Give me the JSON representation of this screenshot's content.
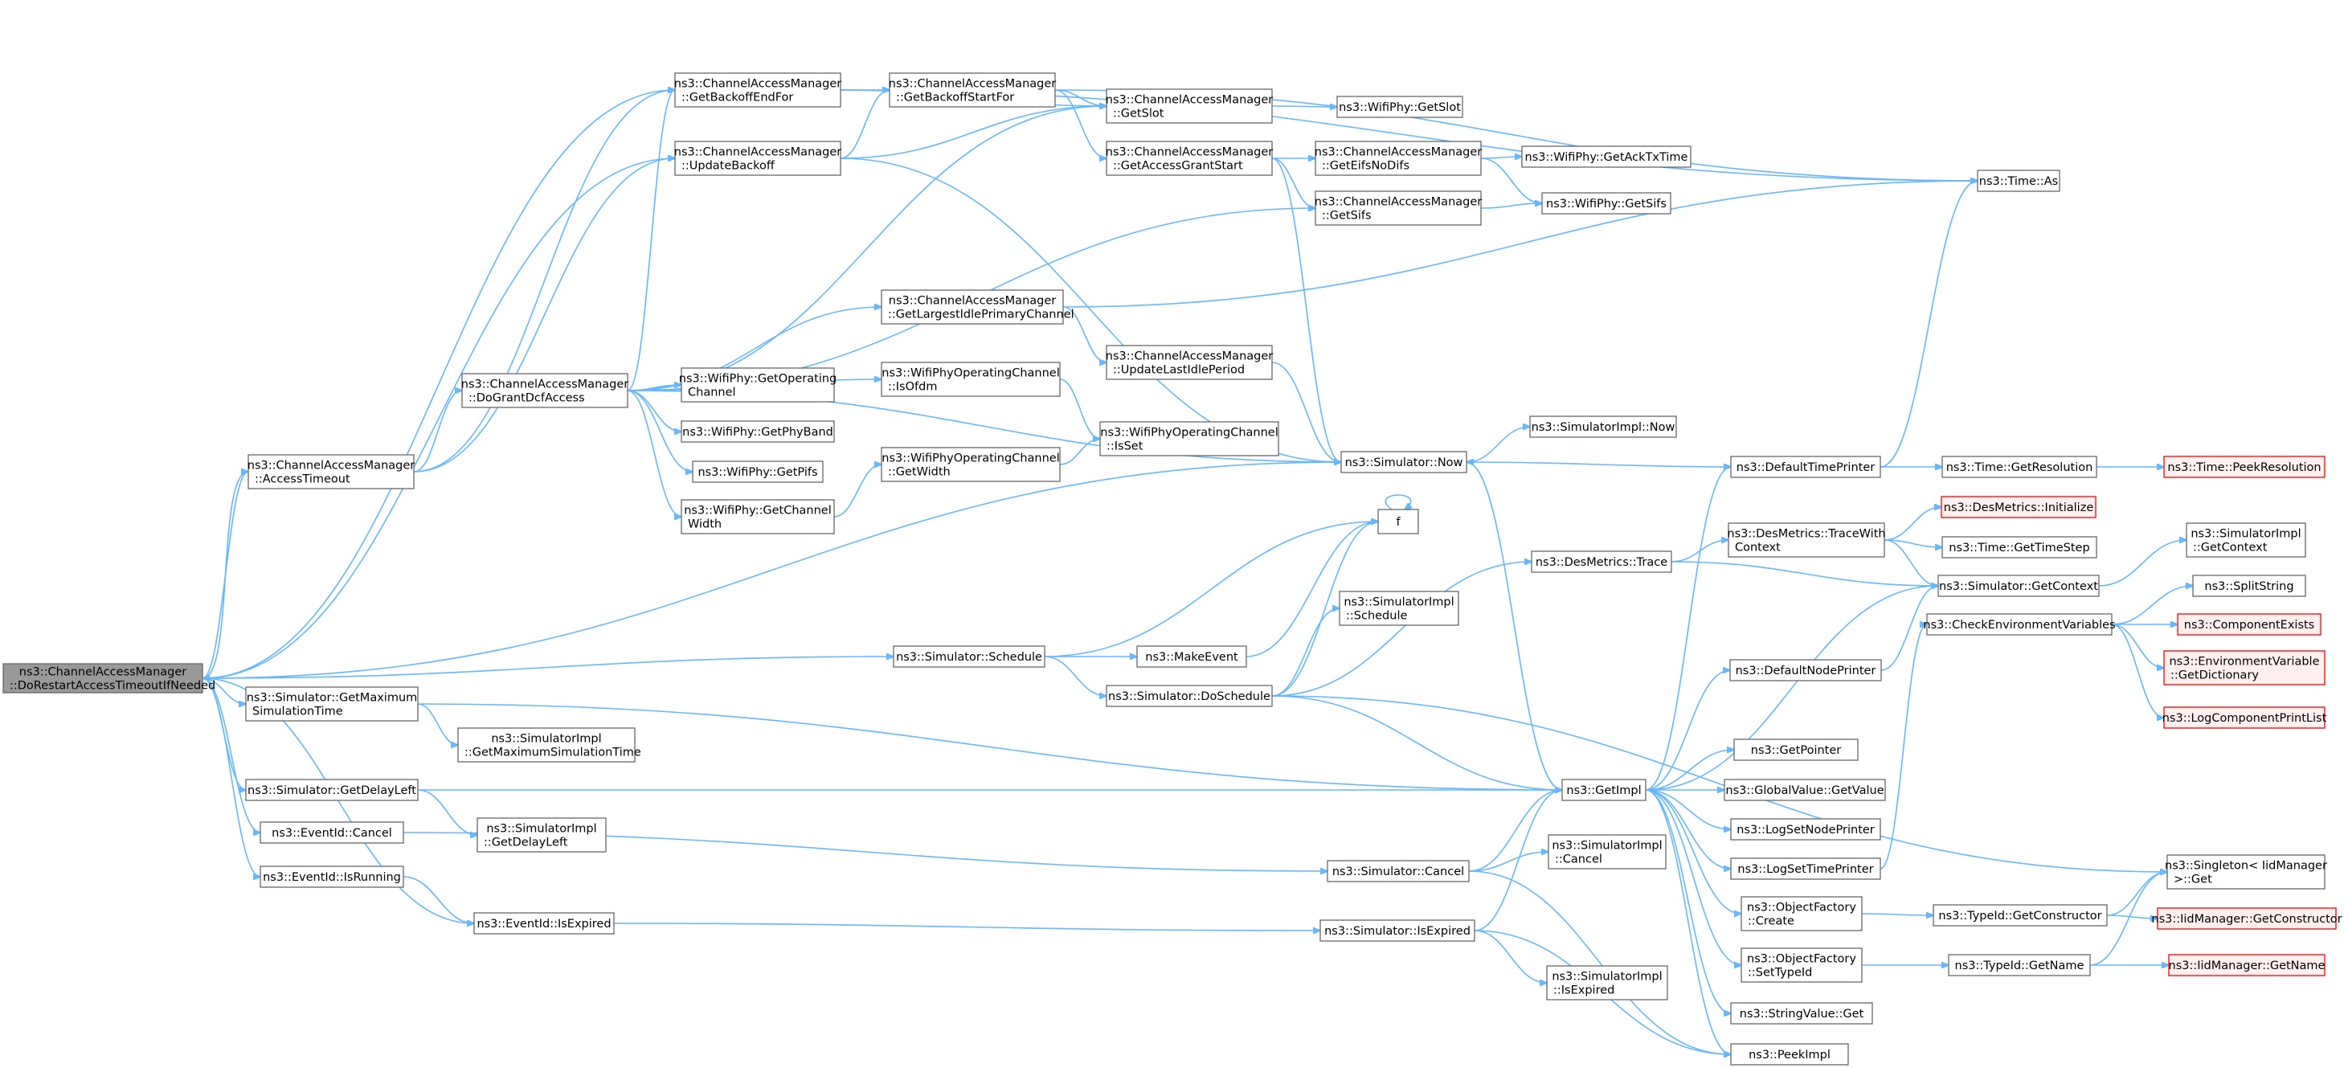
{
  "graph": {
    "nodes": [
      {
        "id": "root",
        "lines": [
          "ns3::ChannelAccessManager",
          "::DoRestartAccessTimeoutIfNeeded"
        ],
        "kind": "root"
      },
      {
        "id": "n_getbackoffendfor",
        "lines": [
          "ns3::ChannelAccessManager",
          "::GetBackoffEndFor"
        ]
      },
      {
        "id": "n_getbackoffstartfor",
        "lines": [
          "ns3::ChannelAccessManager",
          "::GetBackoffStartFor"
        ]
      },
      {
        "id": "n_getslot",
        "lines": [
          "ns3::ChannelAccessManager",
          "::GetSlot"
        ]
      },
      {
        "id": "n_wifiphy_getslot",
        "lines": [
          "ns3::WifiPhy::GetSlot"
        ]
      },
      {
        "id": "n_updatebackoff",
        "lines": [
          "ns3::ChannelAccessManager",
          "::UpdateBackoff"
        ]
      },
      {
        "id": "n_getaccessgrantstart",
        "lines": [
          "ns3::ChannelAccessManager",
          "::GetAccessGrantStart"
        ]
      },
      {
        "id": "n_geteifsnodifs",
        "lines": [
          "ns3::ChannelAccessManager",
          "::GetEifsNoDifs"
        ]
      },
      {
        "id": "n_getacktxtime",
        "lines": [
          "ns3::WifiPhy::GetAckTxTime"
        ]
      },
      {
        "id": "n_cam_getsifs",
        "lines": [
          "ns3::ChannelAccessManager",
          "::GetSifs"
        ]
      },
      {
        "id": "n_wifiphy_getsifs",
        "lines": [
          "ns3::WifiPhy::GetSifs"
        ]
      },
      {
        "id": "n_time_as",
        "lines": [
          "ns3::Time::As"
        ]
      },
      {
        "id": "n_getlargestidle",
        "lines": [
          "ns3::ChannelAccessManager",
          "::GetLargestIdlePrimaryChannel"
        ]
      },
      {
        "id": "n_updatelastidle",
        "lines": [
          "ns3::ChannelAccessManager",
          "::UpdateLastIdlePeriod"
        ]
      },
      {
        "id": "n_dograntdcf",
        "lines": [
          "ns3::ChannelAccessManager",
          "::DoGrantDcfAccess"
        ]
      },
      {
        "id": "n_getoperatingchannel",
        "lines": [
          "ns3::WifiPhy::GetOperating",
          "Channel"
        ]
      },
      {
        "id": "n_isofdm",
        "lines": [
          "ns3::WifiPhyOperatingChannel",
          "::IsOfdm"
        ]
      },
      {
        "id": "n_isset",
        "lines": [
          "ns3::WifiPhyOperatingChannel",
          "::IsSet"
        ]
      },
      {
        "id": "n_getphyband",
        "lines": [
          "ns3::WifiPhy::GetPhyBand"
        ]
      },
      {
        "id": "n_getpifs",
        "lines": [
          "ns3::WifiPhy::GetPifs"
        ]
      },
      {
        "id": "n_getwidth",
        "lines": [
          "ns3::WifiPhyOperatingChannel",
          "::GetWidth"
        ]
      },
      {
        "id": "n_getchannelwidth",
        "lines": [
          "ns3::WifiPhy::GetChannel",
          "Width"
        ]
      },
      {
        "id": "n_accesstimeout",
        "lines": [
          "ns3::ChannelAccessManager",
          "::AccessTimeout"
        ]
      },
      {
        "id": "n_sim_now",
        "lines": [
          "ns3::Simulator::Now"
        ]
      },
      {
        "id": "n_simimpl_now",
        "lines": [
          "ns3::SimulatorImpl::Now"
        ]
      },
      {
        "id": "n_defaulttimeprinter",
        "lines": [
          "ns3::DefaultTimePrinter"
        ]
      },
      {
        "id": "n_getresolution",
        "lines": [
          "ns3::Time::GetResolution"
        ]
      },
      {
        "id": "n_peekresolution",
        "lines": [
          "ns3::Time::PeekResolution"
        ],
        "kind": "trunc"
      },
      {
        "id": "n_f",
        "lines": [
          "f"
        ]
      },
      {
        "id": "n_desmetrics_trace",
        "lines": [
          "ns3::DesMetrics::Trace"
        ]
      },
      {
        "id": "n_desmetrics_init",
        "lines": [
          "ns3::DesMetrics::Initialize"
        ],
        "kind": "trunc"
      },
      {
        "id": "n_tracewithcontext",
        "lines": [
          "ns3::DesMetrics::TraceWith",
          "Context"
        ]
      },
      {
        "id": "n_gettimestep",
        "lines": [
          "ns3::Time::GetTimeStep"
        ]
      },
      {
        "id": "n_sim_getcontext",
        "lines": [
          "ns3::Simulator::GetContext"
        ]
      },
      {
        "id": "n_simimpl_getcontext",
        "lines": [
          "ns3::SimulatorImpl",
          "::GetContext"
        ]
      },
      {
        "id": "n_simimpl_schedule",
        "lines": [
          "ns3::SimulatorImpl",
          "::Schedule"
        ]
      },
      {
        "id": "n_splitstring",
        "lines": [
          "ns3::SplitString"
        ]
      },
      {
        "id": "n_checkenv",
        "lines": [
          "ns3::CheckEnvironmentVariables"
        ]
      },
      {
        "id": "n_componentexists",
        "lines": [
          "ns3::ComponentExists"
        ],
        "kind": "trunc"
      },
      {
        "id": "n_envvar_getdict",
        "lines": [
          "ns3::EnvironmentVariable",
          "::GetDictionary"
        ],
        "kind": "trunc"
      },
      {
        "id": "n_logcomponentprintlist",
        "lines": [
          "ns3::LogComponentPrintList"
        ],
        "kind": "trunc"
      },
      {
        "id": "n_sim_schedule",
        "lines": [
          "ns3::Simulator::Schedule"
        ]
      },
      {
        "id": "n_makeevent",
        "lines": [
          "ns3::MakeEvent"
        ]
      },
      {
        "id": "n_doschedule",
        "lines": [
          "ns3::Simulator::DoSchedule"
        ]
      },
      {
        "id": "n_defaultnodeprinter",
        "lines": [
          "ns3::DefaultNodePrinter"
        ]
      },
      {
        "id": "n_getmaxsimtime",
        "lines": [
          "ns3::Simulator::GetMaximum",
          "SimulationTime"
        ]
      },
      {
        "id": "n_simimpl_getmaxsimtime",
        "lines": [
          "ns3::SimulatorImpl",
          "::GetMaximumSimulationTime"
        ]
      },
      {
        "id": "n_getpointer",
        "lines": [
          "ns3::GetPointer"
        ]
      },
      {
        "id": "n_getdelayleft",
        "lines": [
          "ns3::Simulator::GetDelayLeft"
        ]
      },
      {
        "id": "n_getimpl",
        "lines": [
          "ns3::GetImpl"
        ]
      },
      {
        "id": "n_globalvalue_getvalue",
        "lines": [
          "ns3::GlobalValue::GetValue"
        ]
      },
      {
        "id": "n_simimpl_getdelayleft",
        "lines": [
          "ns3::SimulatorImpl",
          "::GetDelayLeft"
        ]
      },
      {
        "id": "n_eventid_cancel",
        "lines": [
          "ns3::EventId::Cancel"
        ]
      },
      {
        "id": "n_logsetnodeprinter",
        "lines": [
          "ns3::LogSetNodePrinter"
        ]
      },
      {
        "id": "n_simimpl_cancel",
        "lines": [
          "ns3::SimulatorImpl",
          "::Cancel"
        ]
      },
      {
        "id": "n_sim_cancel",
        "lines": [
          "ns3::Simulator::Cancel"
        ]
      },
      {
        "id": "n_logsettimeprinter",
        "lines": [
          "ns3::LogSetTimePrinter"
        ]
      },
      {
        "id": "n_singleton_get",
        "lines": [
          "ns3::Singleton< IidManager",
          " >::Get"
        ]
      },
      {
        "id": "n_eventid_isrunning",
        "lines": [
          "ns3::EventId::IsRunning"
        ]
      },
      {
        "id": "n_objectfactory_create",
        "lines": [
          "ns3::ObjectFactory",
          "::Create"
        ]
      },
      {
        "id": "n_typeid_getconstructor",
        "lines": [
          "ns3::TypeId::GetConstructor"
        ]
      },
      {
        "id": "n_iidmanager_getconstructor",
        "lines": [
          "ns3::IidManager::GetConstructor"
        ],
        "kind": "trunc"
      },
      {
        "id": "n_eventid_isexpired",
        "lines": [
          "ns3::EventId::IsExpired"
        ]
      },
      {
        "id": "n_sim_isexpired",
        "lines": [
          "ns3::Simulator::IsExpired"
        ]
      },
      {
        "id": "n_objectfactory_settypeid",
        "lines": [
          "ns3::ObjectFactory",
          "::SetTypeId"
        ]
      },
      {
        "id": "n_typeid_getname",
        "lines": [
          "ns3::TypeId::GetName"
        ]
      },
      {
        "id": "n_iidmanager_getname",
        "lines": [
          "ns3::IidManager::GetName"
        ],
        "kind": "trunc"
      },
      {
        "id": "n_simimpl_isexpired",
        "lines": [
          "ns3::SimulatorImpl",
          "::IsExpired"
        ]
      },
      {
        "id": "n_stringvalue_get",
        "lines": [
          "ns3::StringValue::Get"
        ]
      },
      {
        "id": "n_peekimpl",
        "lines": [
          "ns3::PeekImpl"
        ]
      }
    ],
    "edges": [
      [
        "root",
        "n_getbackoffendfor"
      ],
      [
        "root",
        "n_updatebackoff"
      ],
      [
        "root",
        "n_accesstimeout"
      ],
      [
        "root",
        "n_sim_now"
      ],
      [
        "root",
        "n_sim_schedule"
      ],
      [
        "root",
        "n_getmaxsimtime"
      ],
      [
        "root",
        "n_getdelayleft"
      ],
      [
        "root",
        "n_eventid_cancel"
      ],
      [
        "root",
        "n_eventid_isrunning"
      ],
      [
        "root",
        "n_eventid_isexpired"
      ],
      [
        "n_getbackoffendfor",
        "n_getbackoffstartfor"
      ],
      [
        "n_getbackoffendfor",
        "n_getslot"
      ],
      [
        "n_getbackoffendfor",
        "n_time_as"
      ],
      [
        "n_getbackoffstartfor",
        "n_getslot"
      ],
      [
        "n_getbackoffstartfor",
        "n_getaccessgrantstart"
      ],
      [
        "n_getbackoffstartfor",
        "n_time_as"
      ],
      [
        "n_getslot",
        "n_wifiphy_getslot"
      ],
      [
        "n_updatebackoff",
        "n_getbackoffstartfor"
      ],
      [
        "n_updatebackoff",
        "n_getslot"
      ],
      [
        "n_updatebackoff",
        "n_sim_now"
      ],
      [
        "n_getaccessgrantstart",
        "n_geteifsnodifs"
      ],
      [
        "n_getaccessgrantstart",
        "n_cam_getsifs"
      ],
      [
        "n_getaccessgrantstart",
        "n_sim_now"
      ],
      [
        "n_geteifsnodifs",
        "n_getacktxtime"
      ],
      [
        "n_geteifsnodifs",
        "n_wifiphy_getsifs"
      ],
      [
        "n_cam_getsifs",
        "n_wifiphy_getsifs"
      ],
      [
        "n_getlargestidle",
        "n_updatelastidle"
      ],
      [
        "n_getlargestidle",
        "n_time_as"
      ],
      [
        "n_updatelastidle",
        "n_sim_now"
      ],
      [
        "n_dograntdcf",
        "n_getbackoffendfor"
      ],
      [
        "n_dograntdcf",
        "n_getslot"
      ],
      [
        "n_dograntdcf",
        "n_cam_getsifs"
      ],
      [
        "n_dograntdcf",
        "n_getlargestidle"
      ],
      [
        "n_dograntdcf",
        "n_getoperatingchannel"
      ],
      [
        "n_dograntdcf",
        "n_isofdm"
      ],
      [
        "n_dograntdcf",
        "n_getphyband"
      ],
      [
        "n_dograntdcf",
        "n_getpifs"
      ],
      [
        "n_dograntdcf",
        "n_getchannelwidth"
      ],
      [
        "n_dograntdcf",
        "n_sim_now"
      ],
      [
        "n_isofdm",
        "n_isset"
      ],
      [
        "n_getwidth",
        "n_isset"
      ],
      [
        "n_getchannelwidth",
        "n_getwidth"
      ],
      [
        "n_accesstimeout",
        "root"
      ],
      [
        "n_accesstimeout",
        "n_dograntdcf"
      ],
      [
        "n_accesstimeout",
        "n_getbackoffendfor"
      ],
      [
        "n_accesstimeout",
        "n_updatebackoff"
      ],
      [
        "n_sim_now",
        "n_simimpl_now"
      ],
      [
        "n_sim_now",
        "n_getimpl"
      ],
      [
        "n_defaulttimeprinter",
        "n_sim_now"
      ],
      [
        "n_defaulttimeprinter",
        "n_getresolution"
      ],
      [
        "n_defaulttimeprinter",
        "n_time_as"
      ],
      [
        "n_getresolution",
        "n_peekresolution"
      ],
      [
        "n_f",
        "n_f"
      ],
      [
        "n_desmetrics_trace",
        "n_tracewithcontext"
      ],
      [
        "n_desmetrics_trace",
        "n_sim_getcontext"
      ],
      [
        "n_tracewithcontext",
        "n_desmetrics_init"
      ],
      [
        "n_tracewithcontext",
        "n_gettimestep"
      ],
      [
        "n_tracewithcontext",
        "n_sim_getcontext"
      ],
      [
        "n_sim_getcontext",
        "n_simimpl_getcontext"
      ],
      [
        "n_checkenv",
        "n_splitstring"
      ],
      [
        "n_checkenv",
        "n_componentexists"
      ],
      [
        "n_checkenv",
        "n_envvar_getdict"
      ],
      [
        "n_checkenv",
        "n_logcomponentprintlist"
      ],
      [
        "n_sim_schedule",
        "n_makeevent"
      ],
      [
        "n_sim_schedule",
        "n_doschedule"
      ],
      [
        "n_sim_schedule",
        "n_f"
      ],
      [
        "n_makeevent",
        "n_f"
      ],
      [
        "n_doschedule",
        "n_desmetrics_trace"
      ],
      [
        "n_doschedule",
        "n_simimpl_schedule"
      ],
      [
        "n_doschedule",
        "n_getimpl"
      ],
      [
        "n_doschedule",
        "n_singleton_get"
      ],
      [
        "n_doschedule",
        "n_f"
      ],
      [
        "n_defaultnodeprinter",
        "n_sim_getcontext"
      ],
      [
        "n_getmaxsimtime",
        "n_simimpl_getmaxsimtime"
      ],
      [
        "n_getmaxsimtime",
        "n_getimpl"
      ],
      [
        "n_getdelayleft",
        "n_simimpl_getdelayleft"
      ],
      [
        "n_getdelayleft",
        "n_getimpl"
      ],
      [
        "n_getimpl",
        "n_defaulttimeprinter"
      ],
      [
        "n_getimpl",
        "n_defaultnodeprinter"
      ],
      [
        "n_getimpl",
        "n_getpointer"
      ],
      [
        "n_getimpl",
        "n_globalvalue_getvalue"
      ],
      [
        "n_getimpl",
        "n_logsetnodeprinter"
      ],
      [
        "n_getimpl",
        "n_logsettimeprinter"
      ],
      [
        "n_getimpl",
        "n_objectfactory_create"
      ],
      [
        "n_getimpl",
        "n_objectfactory_settypeid"
      ],
      [
        "n_getimpl",
        "n_stringvalue_get"
      ],
      [
        "n_getimpl",
        "n_peekimpl"
      ],
      [
        "n_getimpl",
        "n_sim_getcontext"
      ],
      [
        "n_eventid_cancel",
        "n_sim_cancel"
      ],
      [
        "n_logsettimeprinter",
        "n_checkenv"
      ],
      [
        "n_sim_cancel",
        "n_simimpl_cancel"
      ],
      [
        "n_sim_cancel",
        "n_getimpl"
      ],
      [
        "n_sim_cancel",
        "n_peekimpl"
      ],
      [
        "n_eventid_isrunning",
        "n_eventid_isexpired"
      ],
      [
        "n_objectfactory_create",
        "n_typeid_getconstructor"
      ],
      [
        "n_typeid_getconstructor",
        "n_iidmanager_getconstructor"
      ],
      [
        "n_typeid_getconstructor",
        "n_singleton_get"
      ],
      [
        "n_eventid_isexpired",
        "n_sim_isexpired"
      ],
      [
        "n_sim_isexpired",
        "n_simimpl_isexpired"
      ],
      [
        "n_sim_isexpired",
        "n_getimpl"
      ],
      [
        "n_sim_isexpired",
        "n_peekimpl"
      ],
      [
        "n_objectfactory_settypeid",
        "n_typeid_getname"
      ],
      [
        "n_typeid_getname",
        "n_iidmanager_getname"
      ],
      [
        "n_typeid_getname",
        "n_singleton_get"
      ]
    ]
  }
}
